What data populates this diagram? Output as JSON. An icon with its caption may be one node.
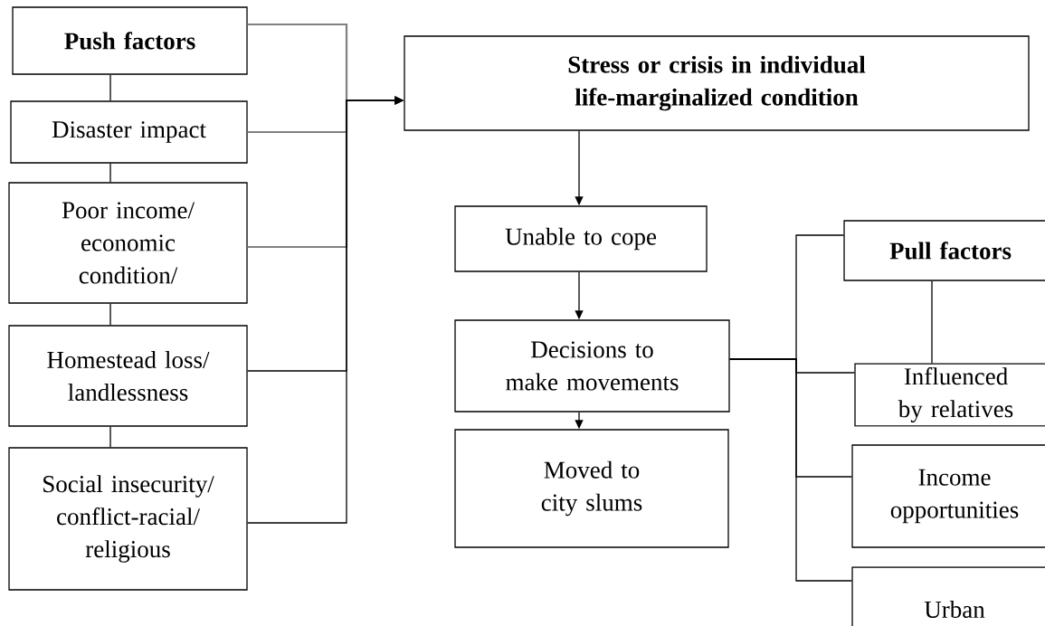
{
  "diagram": {
    "nodes": [
      {
        "text": [
          "Push factors"
        ]
      },
      {
        "text": [
          "Disaster impact"
        ]
      },
      {
        "text": [
          "Poor income/ economic condition/"
        ]
      },
      {
        "text": [
          "Homestead loss/ landlessness"
        ]
      },
      {
        "text": [
          "Social insecurity/ conflict-racial/ religious"
        ]
      },
      {
        "text": [
          "Stress or crisis in individual life-marginalized condition"
        ]
      },
      {
        "text": [
          "Unable to cope"
        ]
      },
      {
        "text": [
          "Decisions to make movements"
        ]
      },
      {
        "text": [
          "Moved to city slums"
        ]
      },
      {
        "text": [
          "Pull factors"
        ]
      },
      {
        "text": [
          "Influenced by relatives"
        ]
      },
      {
        "text": [
          "Income opportunities"
        ]
      },
      {
        "text": [
          "Urban"
        ]
      }
    ],
    "edges": [
      {
        "from": 0,
        "to": 1,
        "arrow": "none"
      },
      {
        "from": 1,
        "to": 2,
        "arrow": "none"
      },
      {
        "from": 2,
        "to": 3,
        "arrow": "none"
      },
      {
        "from": 3,
        "to": 4,
        "arrow": "none"
      },
      {
        "from": 0,
        "to": 5,
        "arrow": "to",
        "color": "#808080"
      },
      {
        "from": 1,
        "to": 5,
        "arrow": "to",
        "color": "#808080"
      },
      {
        "from": 2,
        "to": 5,
        "arrow": "to",
        "color": "#808080"
      },
      {
        "from": 3,
        "to": 5,
        "arrow": "to"
      },
      {
        "from": 4,
        "to": 5,
        "arrow": "to"
      },
      {
        "from": 5,
        "to": 6,
        "arrow": "to"
      },
      {
        "from": 6,
        "to": 7,
        "arrow": "to"
      },
      {
        "from": 7,
        "to": 8,
        "arrow": "to"
      },
      {
        "from": 7,
        "to": 9,
        "arrow": "none"
      },
      {
        "from": 7,
        "to": 10,
        "arrow": "none"
      },
      {
        "from": 7,
        "to": 11,
        "arrow": "none"
      },
      {
        "from": 7,
        "to": 12,
        "arrow": "none"
      },
      {
        "from": 9,
        "to": 10,
        "arrow": "none"
      }
    ]
  }
}
